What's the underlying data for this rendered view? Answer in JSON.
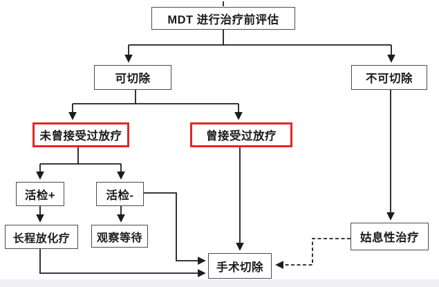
{
  "diagram": {
    "title": "MDT treatment-evaluation flowchart",
    "colors": {
      "background": "#ffffff",
      "footer_strip": "#eef0f3",
      "box_border": "#4a4a4a",
      "highlight_border": "#e02725",
      "line": "#1c1c1c",
      "text": "#1b1b1b"
    },
    "nodes": [
      {
        "id": "mdt-evaluation",
        "label": "MDT 进行治疗前评估",
        "highlighted": false
      },
      {
        "id": "resectable",
        "label": "可切除",
        "highlighted": false
      },
      {
        "id": "unresectable",
        "label": "不可切除",
        "highlighted": false
      },
      {
        "id": "no-prior-radiotherapy",
        "label": "未曾接受过放疗",
        "highlighted": true
      },
      {
        "id": "prior-radiotherapy",
        "label": "曾接受过放疗",
        "highlighted": true
      },
      {
        "id": "biopsy-positive",
        "label": "活检+",
        "highlighted": false
      },
      {
        "id": "biopsy-negative",
        "label": "活检-",
        "highlighted": false
      },
      {
        "id": "long-course-chemoradiotherapy",
        "label": "长程放化疗",
        "highlighted": false
      },
      {
        "id": "watch-and-wait",
        "label": "观察等待",
        "highlighted": false
      },
      {
        "id": "surgical-resection",
        "label": "手术切除",
        "highlighted": false
      },
      {
        "id": "palliative-care",
        "label": "姑息性治疗",
        "highlighted": false
      }
    ],
    "edges": [
      {
        "from": "mdt-evaluation",
        "to": "resectable",
        "style": "solid"
      },
      {
        "from": "mdt-evaluation",
        "to": "unresectable",
        "style": "solid"
      },
      {
        "from": "resectable",
        "to": "no-prior-radiotherapy",
        "style": "solid"
      },
      {
        "from": "resectable",
        "to": "prior-radiotherapy",
        "style": "solid"
      },
      {
        "from": "no-prior-radiotherapy",
        "to": "biopsy-positive",
        "style": "solid"
      },
      {
        "from": "no-prior-radiotherapy",
        "to": "biopsy-negative",
        "style": "solid"
      },
      {
        "from": "biopsy-positive",
        "to": "long-course-chemoradiotherapy",
        "style": "solid"
      },
      {
        "from": "biopsy-negative",
        "to": "watch-and-wait",
        "style": "solid"
      },
      {
        "from": "biopsy-negative",
        "to": "surgical-resection",
        "style": "solid"
      },
      {
        "from": "long-course-chemoradiotherapy",
        "to": "surgical-resection",
        "style": "solid"
      },
      {
        "from": "prior-radiotherapy",
        "to": "surgical-resection",
        "style": "solid"
      },
      {
        "from": "unresectable",
        "to": "palliative-care",
        "style": "solid"
      },
      {
        "from": "palliative-care",
        "to": "surgical-resection",
        "style": "dashed"
      }
    ]
  }
}
